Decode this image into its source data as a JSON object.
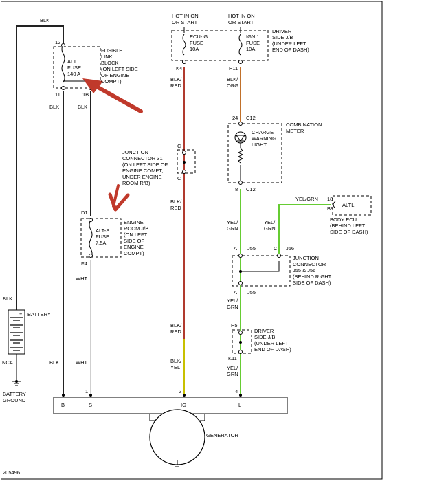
{
  "page": {
    "figure_id": "205496"
  },
  "colors": {
    "blk": "#222222",
    "wht": "#cfcfcf",
    "red": "#b03a2e",
    "yel": "#c8c000",
    "grn": "#66cc33",
    "org": "#c0702a",
    "arrow": "#c0392b"
  },
  "battery": {
    "label": "BATTERY",
    "ground": "BATTERY\nGROUND",
    "wire_top": "BLK",
    "nca": "NCA",
    "wire_bottom": "BLK"
  },
  "top_wire": "BLK",
  "fusible_link": {
    "pin_top": "12",
    "pin_bl": "11",
    "pin_br": "1B",
    "fuse_label": "ALT\nFUSE\n140 A",
    "desc": "FUSIBLE\nLINK\nBLOCK\n(ON LEFT SIDE\nOF ENGINE\nCOMPT)",
    "wire_left": "BLK",
    "wire_right": "BLK"
  },
  "engine_room": {
    "pin_top": "D1",
    "pin_bottom": "F4",
    "fuse_label": "ALT-S\nFUSE\n7.5A",
    "desc": "ENGINE\nROOM J/B\n(ON LEFT\nSIDE OF\nENGINE\nCOMPT)",
    "wire_below": "WHT",
    "wire_bottom": "WHT"
  },
  "driver_jb_top": {
    "hot_left": "HOT IN ON\nOR START",
    "hot_right": "HOT IN ON\nOR START",
    "fuse_left": "ECU-IG\nFUSE\n10A",
    "fuse_right": "IGN 1\nFUSE\n10A",
    "desc": "DRIVER\nSIDE J/B\n(UNDER LEFT\nEND OF DASH)",
    "pin_left": "K4",
    "pin_right": "H11",
    "wire_left": "BLK/\nRED",
    "wire_right": "BLK/\nORG"
  },
  "junction_31": {
    "pin_top": "C",
    "pin_bottom": "C",
    "desc": "JUNCTION\nCONNECTOR 31\n(ON LEFT SIDE OF\nENGINE COMPT,\nUNDER ENGINE\nROOM R/B)",
    "wire_below": "BLK/\nRED",
    "wire_low": "BLK/\nRED",
    "wire_bottom": "BLK/\nYEL"
  },
  "combination_meter": {
    "pin_top": "24",
    "conn_top": "C12",
    "pin_bottom": "8",
    "conn_bottom": "C12",
    "light": "CHARGE\nWARNING\nLIGHT",
    "desc": "COMBINATION\nMETER",
    "wire_below": "YEL/\nGRN"
  },
  "body_ecu": {
    "wire": "YEL/GRN",
    "pin": "18",
    "conn": "B9",
    "term": "ALTL",
    "desc": "BODY ECU\n(BEHIND LEFT\nSIDE OF DASH)",
    "wire_down": "YEL/\nGRN"
  },
  "junction_j55": {
    "pin_a": "A",
    "conn_a": "J55",
    "pin_c": "C",
    "conn_c": "J56",
    "pin_a_bot": "A",
    "conn_a_bot": "J55",
    "desc": "JUNCTION\nCONNECTOR\nJ55 & J56\n(BEHIND RIGHT\nSIDE OF DASH)",
    "wire_below": "YEL/\nGRN"
  },
  "driver_jb_bottom": {
    "pin_top": "H5",
    "pin_bottom": "K11",
    "desc": "DRIVER\nSIDE J/B\n(UNDER LEFT\nEND OF DASH)",
    "wire_bottom": "YEL/\nGRN"
  },
  "generator": {
    "label": "GENERATOR",
    "pin_s": "1",
    "pin_ig": "2",
    "pin_l": "4",
    "term_b": "B",
    "term_s": "S",
    "term_ig": "IG",
    "term_l": "L"
  }
}
